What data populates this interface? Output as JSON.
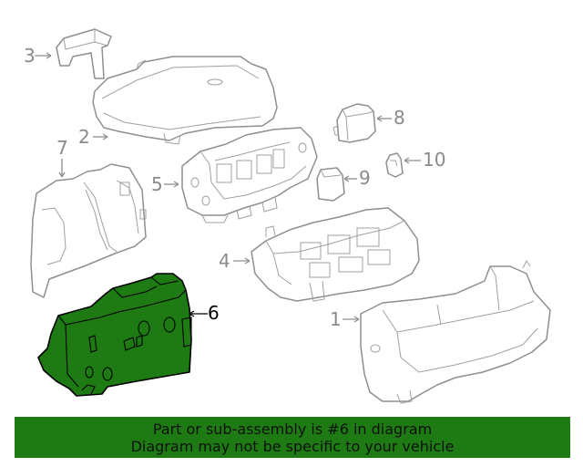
{
  "callouts": [
    {
      "id": "1",
      "label": "1",
      "active": false
    },
    {
      "id": "2",
      "label": "2",
      "active": false
    },
    {
      "id": "3",
      "label": "3",
      "active": false
    },
    {
      "id": "4",
      "label": "4",
      "active": false
    },
    {
      "id": "5",
      "label": "5",
      "active": false
    },
    {
      "id": "6",
      "label": "6",
      "active": true
    },
    {
      "id": "7",
      "label": "7",
      "active": false
    },
    {
      "id": "8",
      "label": "8",
      "active": false
    },
    {
      "id": "9",
      "label": "9",
      "active": false
    },
    {
      "id": "10",
      "label": "10",
      "active": false
    }
  ],
  "banner": {
    "line1": "Part or sub-assembly is #6 in diagram",
    "line2": "Diagram may not be specific to your vehicle",
    "color": "#1e7a12"
  },
  "colors": {
    "highlight": "#1e7a12",
    "line_art": "#8f8f8f"
  }
}
